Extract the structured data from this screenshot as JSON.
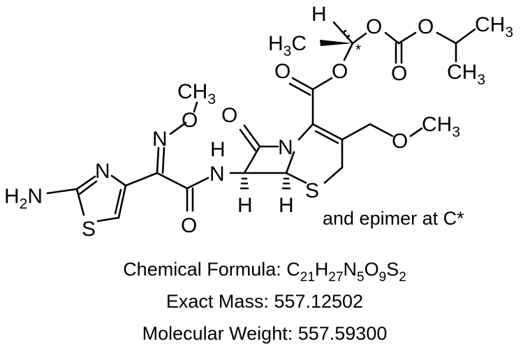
{
  "structure": {
    "atoms": {
      "h2n": "H2N",
      "thiazole_n": "N",
      "thiazole_s": "S",
      "oxime_n": "N",
      "oxime_o": "O",
      "methoxy_ch3": "CH3",
      "amide_o": "O",
      "nh_n": "N",
      "nh_h": "H",
      "lactam_o": "O",
      "ring_n": "N",
      "ring_s": "S",
      "h_c7": "H",
      "h_c6": "H",
      "ester_o_carbonyl": "O",
      "ester_o": "O",
      "h_chiral": "H",
      "h3c": "H3C",
      "star": "*",
      "o_link1": "O",
      "o_carbonate_dbl": "O",
      "o_link2": "O",
      "ch3_top": "CH3",
      "ch3_bottom": "CH3",
      "ether_o": "O",
      "ether_ch3": "CH3"
    },
    "note": "and epimer at C*"
  },
  "info": {
    "formula_label": "Chemical Formula: ",
    "formula": [
      {
        "t": "C",
        "sub": "21"
      },
      {
        "t": "H",
        "sub": "27"
      },
      {
        "t": "N",
        "sub": "5"
      },
      {
        "t": "O",
        "sub": "9"
      },
      {
        "t": "S",
        "sub": "2"
      }
    ],
    "exact_mass": "Exact Mass: 557.12502",
    "molecular_weight": "Molecular Weight: 557.59300"
  }
}
